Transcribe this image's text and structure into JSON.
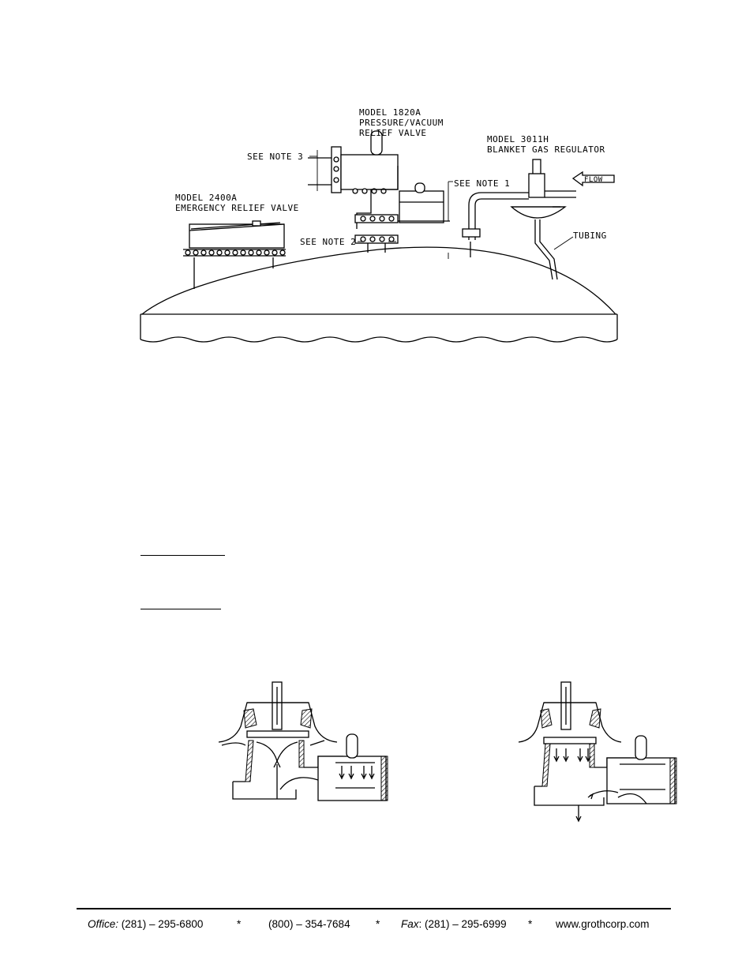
{
  "top_diagram": {
    "labels": {
      "model_1820a": [
        "MODEL 1820A",
        "PRESSURE/VACUUM",
        "RELIEF VALVE"
      ],
      "model_3011h": [
        "MODEL 3011H",
        "BLANKET GAS REGULATOR"
      ],
      "model_2400a": [
        "MODEL 2400A",
        "EMERGENCY RELIEF VALVE"
      ],
      "see_note_3": "SEE NOTE 3",
      "see_note_1": "SEE NOTE 1",
      "see_note_2": "SEE NOTE 2",
      "flow": "FLOW",
      "tubing": "TUBING"
    }
  },
  "footer": {
    "office_label": "Office:",
    "office_number": " (281) – 295-6800",
    "sep1": "*",
    "tollfree": "(800) – 354-7684",
    "sep2": "*",
    "fax_label": "Fax",
    "fax_number": ": (281) – 295-6999",
    "sep3": "*",
    "website": "www.grothcorp.com"
  }
}
